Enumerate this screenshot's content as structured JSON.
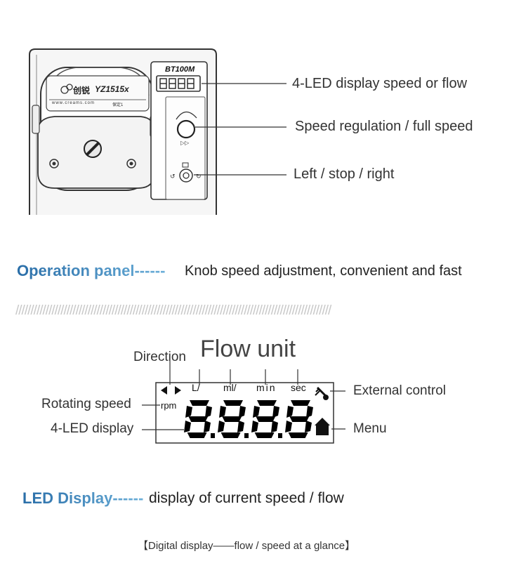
{
  "pump": {
    "brand_cn": "创锐",
    "pumphead_model": "YZ1515x",
    "pumphead_url_text": "www.creams.com",
    "pumphead_sub_text": "保定1",
    "panel_model": "BT100M",
    "led_digits": "8888"
  },
  "callouts": {
    "led": "4-LED display speed or flow",
    "speed": "Speed regulation / full speed",
    "direction": "Left / stop / right"
  },
  "operation": {
    "title": "Operation panel------",
    "desc": "Knob speed adjustment, convenient and fast"
  },
  "divider": "/////////////////////////////////////////////////////////////////////////////////////////////////////////",
  "lcd": {
    "flow_unit": "Flow unit",
    "direction": "Direction",
    "rotating_speed": "Rotating speed",
    "led_display": "4-LED display",
    "external_control": "External control",
    "menu": "Menu",
    "units": {
      "l": "L/",
      "ml": "ml/",
      "min": "min",
      "sec": "sec",
      "rpm": "rpm"
    },
    "digits": "8888"
  },
  "led_section": {
    "title": "LED Display------",
    "desc": "display of current speed / flow"
  },
  "caption": "【Digital display——flow / speed at a glance】",
  "colors": {
    "title_blue": "#2a6ea8",
    "title_blue_end": "#6aaed8",
    "dash_blue": "#3a8cc8",
    "line": "#333333"
  }
}
